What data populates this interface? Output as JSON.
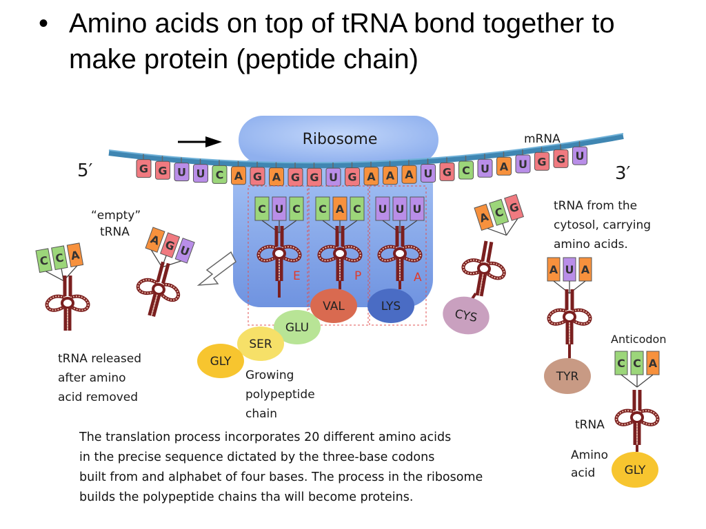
{
  "slide": {
    "bullet": "Amino acids on top of tRNA bond together to make protein (peptide chain)"
  },
  "diagram": {
    "ribosome_label": "Ribosome",
    "mrna_label": "mRNA",
    "five_prime": "5′",
    "three_prime": "3′",
    "mrna_bases": [
      "G",
      "G",
      "U",
      "U",
      "C",
      "A",
      "G",
      "A",
      "G",
      "G",
      "U",
      "G",
      "A",
      "A",
      "A",
      "U",
      "G",
      "C",
      "U",
      "A",
      "U",
      "G",
      "G",
      "U"
    ],
    "sites": [
      "E",
      "P",
      "A"
    ],
    "anticodons_in_ribosome": [
      [
        "C",
        "U",
        "C"
      ],
      [
        "C",
        "A",
        "C"
      ],
      [
        "U",
        "U",
        "U"
      ]
    ],
    "empty_trna_label": "“empty” tRNA",
    "released_trna_anticodon": [
      "C",
      "C",
      "A"
    ],
    "empty_trna_anticodon": [
      "A",
      "G",
      "U"
    ],
    "released_label": "tRNA released after amino acid removed",
    "incoming_trna_anticodon": [
      "A",
      "C",
      "G"
    ],
    "cytosol_label": "tRNA from the cytosol, carrying amino acids.",
    "tyr_trna_anticodon": [
      "A",
      "U",
      "A"
    ],
    "anticodon_label": "Anticodon",
    "gly_trna_anticodon": [
      "C",
      "C",
      "A"
    ],
    "trna_label": "tRNA",
    "amino_acid_label": "Amino acid",
    "amino_acids": {
      "val": "VAL",
      "lys": "LYS",
      "cys": "CYS",
      "glu": "GLU",
      "ser": "SER",
      "gly": "GLY",
      "tyr": "TYR",
      "gly2": "GLY"
    },
    "growing_label": "Growing polypeptide chain",
    "caption": [
      "The translation process incorporates 20 different amino acids",
      "in the precise sequence dictated by the three-base codons",
      "built from and alphabet of four bases. The process in the ribosome",
      "builds the polypeptide chains tha will become proteins."
    ],
    "colors": {
      "G": "#f07a80",
      "U": "#b98ee8",
      "C": "#9cd67a",
      "A": "#f7913d",
      "ribosome": "#86a9ec",
      "mrna_strand": "#3f86b2"
    }
  }
}
